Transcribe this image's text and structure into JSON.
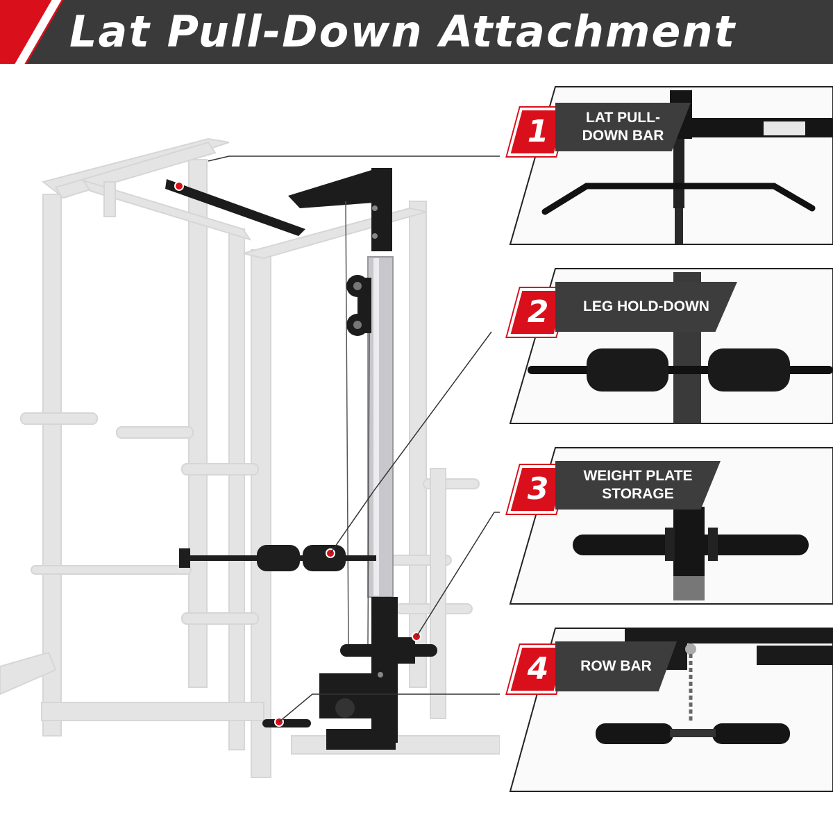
{
  "title": "Lat Pull-Down Attachment",
  "colors": {
    "accent": "#d9101b",
    "header_bg": "#3a3a3a",
    "label_bg": "#3d3d3d",
    "rack": "#e2e2e2"
  },
  "features": [
    {
      "number": "1",
      "label": "LAT PULL-DOWN BAR",
      "icon": "lat-bar-icon"
    },
    {
      "number": "2",
      "label": "LEG HOLD-DOWN",
      "icon": "leg-hold-down-icon"
    },
    {
      "number": "3",
      "label": "WEIGHT PLATE STORAGE",
      "icon": "plate-storage-icon"
    },
    {
      "number": "4",
      "label": "ROW BAR",
      "icon": "row-bar-icon"
    }
  ]
}
